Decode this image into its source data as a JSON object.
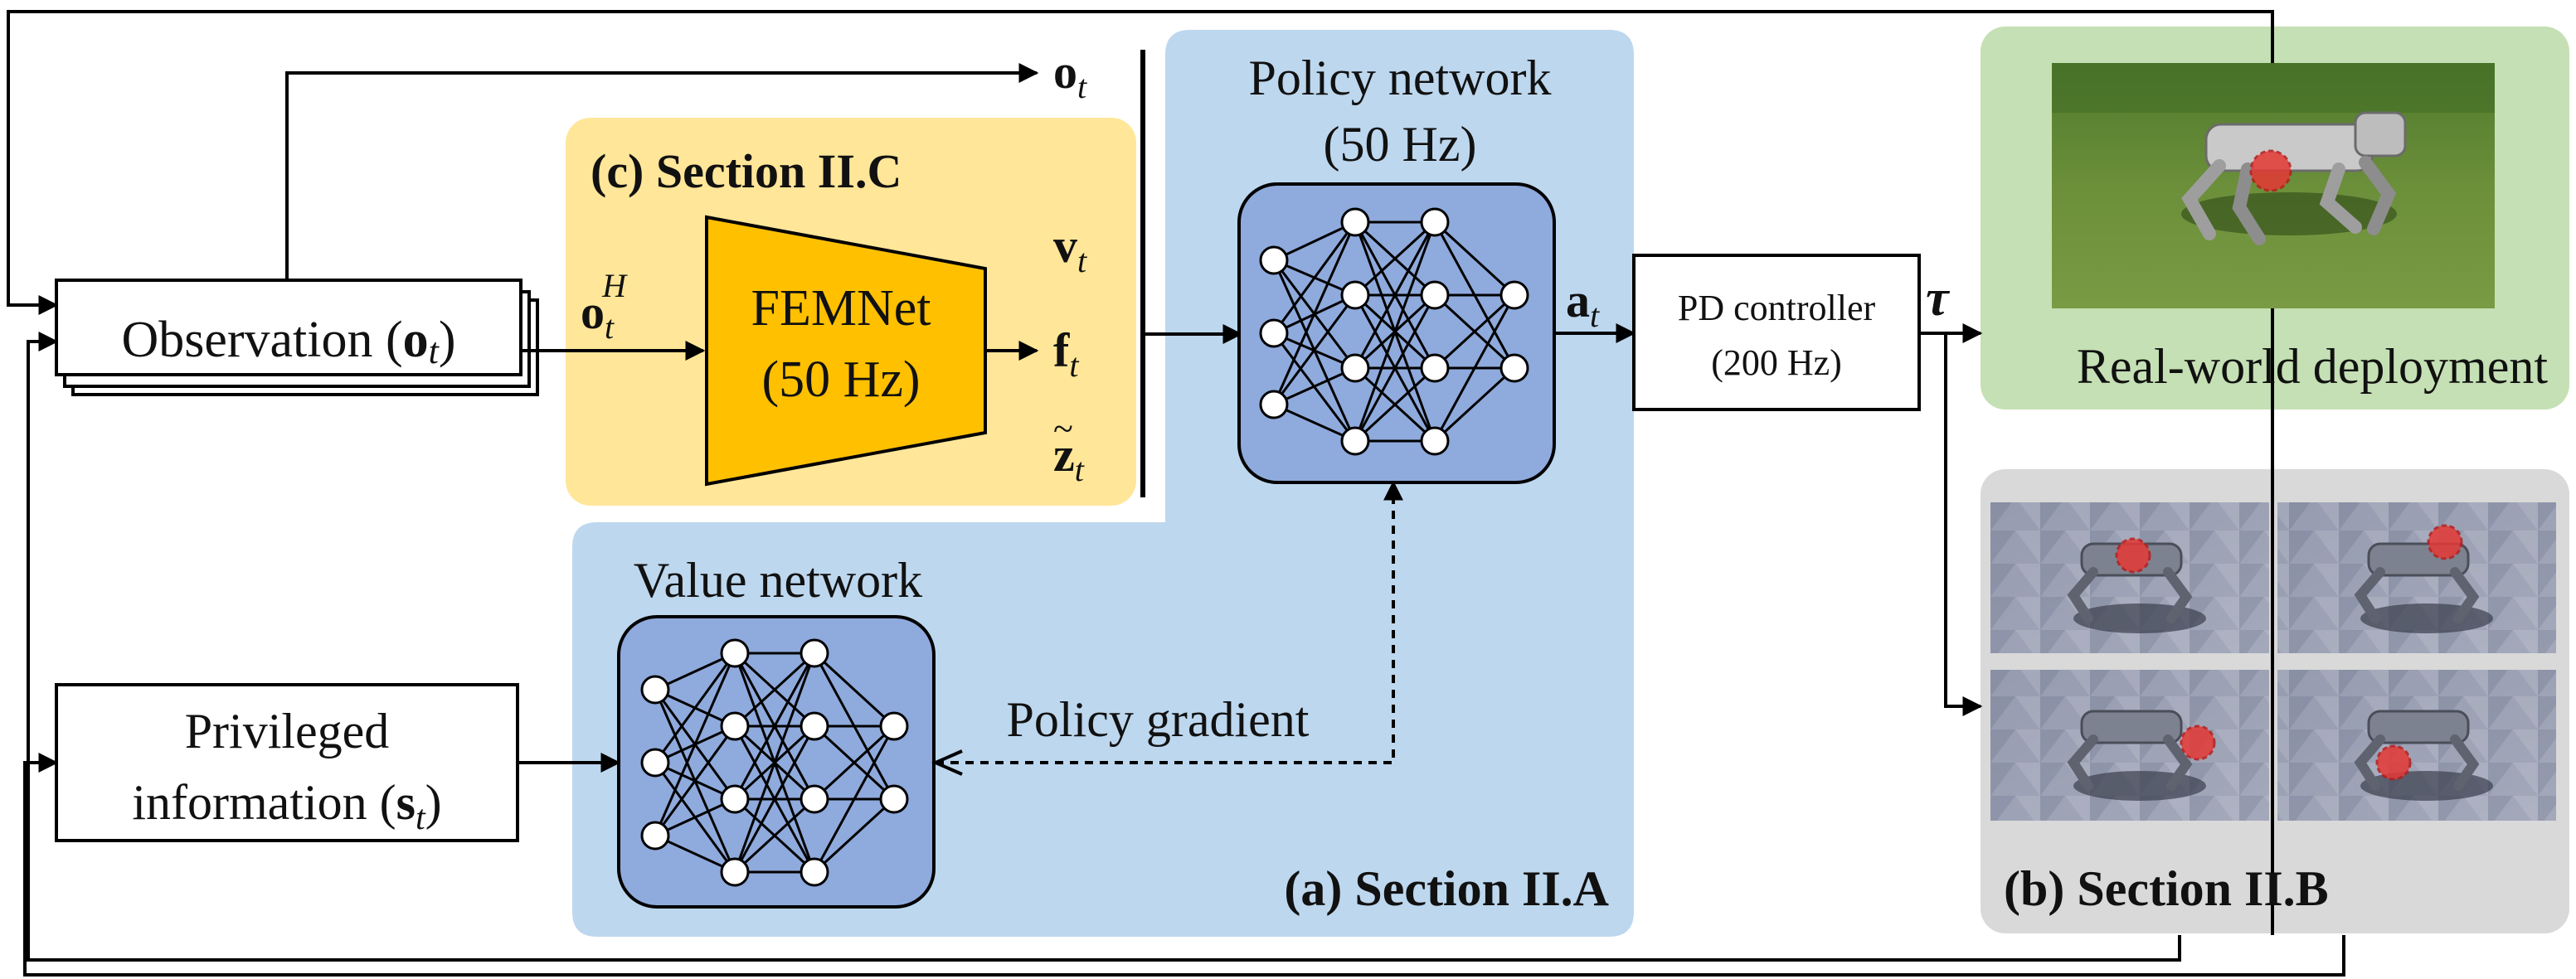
{
  "observation": {
    "label": "Observation (",
    "var": "o",
    "sub": "t",
    "close": ")"
  },
  "privileged": {
    "line1": "Privileged",
    "line2": "information (",
    "var": "s",
    "sub": "t",
    "close": ")"
  },
  "section_c": {
    "label": "(c) Section II.C",
    "input_var": "o",
    "input_sub": "t",
    "input_sup": "H"
  },
  "femnet": {
    "name": "FEMNet",
    "rate": "(50 Hz)"
  },
  "estimator_outputs": {
    "o_top": {
      "var": "o",
      "sub": "t"
    },
    "v": {
      "var": "v",
      "sub": "t"
    },
    "f": {
      "var": "f",
      "sub": "t"
    },
    "z": {
      "var": "z",
      "accent": "~",
      "sub": "t"
    }
  },
  "policy_network": {
    "title": "Policy network",
    "rate": "(50 Hz)"
  },
  "value_network": {
    "title": "Value network"
  },
  "policy_gradient": "Policy gradient",
  "section_a": "(a) Section II.A",
  "action": {
    "var": "a",
    "sub": "t"
  },
  "pd_controller": {
    "line1": "PD controller",
    "line2": "(200 Hz)"
  },
  "torque": "τ",
  "real_world": {
    "label": "Real-world deployment"
  },
  "section_b": "(b) Section II.B",
  "colors": {
    "section_a_bg": "#bdd7ee",
    "section_c_bg": "#ffe699",
    "femnet_fill": "#ffc000",
    "network_fill": "#8faadc",
    "real_world_bg": "#c5e0b4",
    "section_b_bg": "#d9d9d9",
    "contact_marker": "#e53935"
  }
}
